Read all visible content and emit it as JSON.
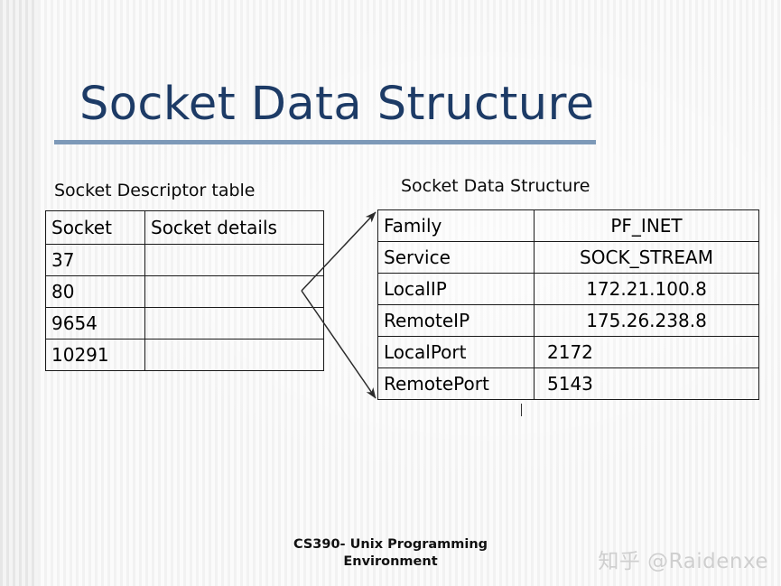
{
  "slide": {
    "title": "Socket Data Structure",
    "accent_rule_color": "#7d99b8",
    "title_color": "#1d3b66"
  },
  "descriptor_table": {
    "caption": "Socket Descriptor table",
    "headers": [
      "Socket",
      "Socket details"
    ],
    "rows": [
      {
        "socket": "37",
        "details": ""
      },
      {
        "socket": "80",
        "details": ""
      },
      {
        "socket": "9654",
        "details": ""
      },
      {
        "socket": "10291",
        "details": ""
      }
    ]
  },
  "sockdata_table": {
    "caption": "Socket Data Structure",
    "rows": [
      {
        "key": "Family",
        "value": "PF_INET"
      },
      {
        "key": "Service",
        "value": "SOCK_STREAM"
      },
      {
        "key": "LocalIP",
        "value": "172.21.100.8"
      },
      {
        "key": "RemoteIP",
        "value": "175.26.238.8"
      },
      {
        "key": "LocalPort",
        "value": "2172"
      },
      {
        "key": "RemotePort",
        "value": "5143"
      }
    ]
  },
  "connectors": {
    "arrow_color": "#2b2b2b",
    "count": 2
  },
  "footer": {
    "line1": "CS390- Unix Programming",
    "line2": "Environment"
  },
  "watermark": {
    "text": "知乎 @Raidenxe"
  }
}
